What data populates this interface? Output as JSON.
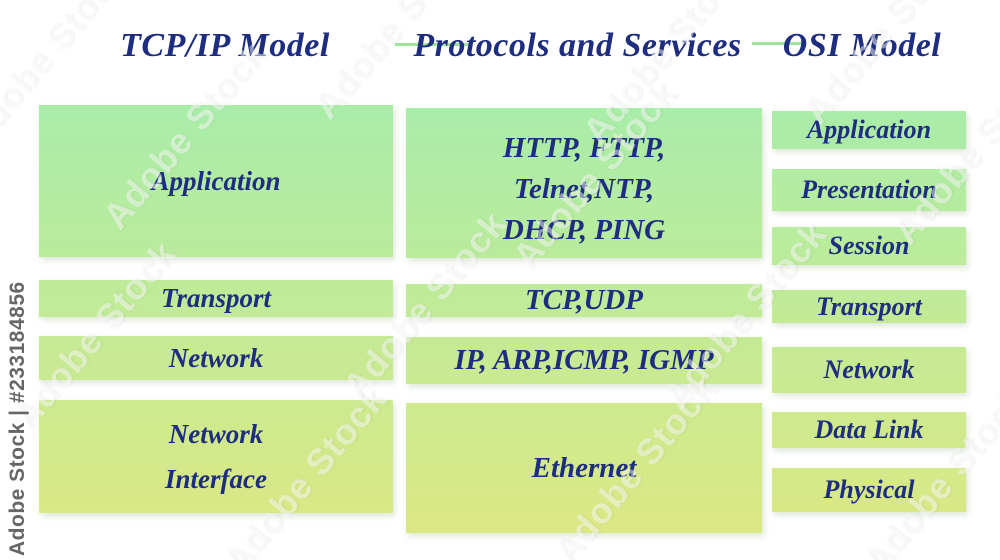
{
  "titles": {
    "tcpip": "TCP/IP Model",
    "protocols": "Protocols and Services",
    "osi": "OSI Model"
  },
  "columns": {
    "tcpip": {
      "layers": [
        {
          "lines": [
            "Application"
          ]
        },
        {
          "lines": [
            "Transport"
          ]
        },
        {
          "lines": [
            "Network"
          ]
        },
        {
          "lines": [
            "Network",
            "Interface"
          ]
        }
      ]
    },
    "protocols": {
      "items": [
        {
          "lines": [
            "HTTP, FTTP,",
            "Telnet,NTP,",
            "DHCP, PING"
          ]
        },
        {
          "lines": [
            "TCP,UDP"
          ]
        },
        {
          "lines": [
            "IP, ARP,ICMP, IGMP"
          ]
        },
        {
          "lines": [
            "Ethernet"
          ]
        }
      ]
    },
    "osi": {
      "layers": [
        {
          "lines": [
            "Application"
          ]
        },
        {
          "lines": [
            "Presentation"
          ]
        },
        {
          "lines": [
            "Session"
          ]
        },
        {
          "lines": [
            "Transport"
          ]
        },
        {
          "lines": [
            "Network"
          ]
        },
        {
          "lines": [
            "Data Link"
          ]
        },
        {
          "lines": [
            "Physical"
          ]
        }
      ]
    }
  },
  "watermark": {
    "tile_text": "Adobe Stock",
    "id_text": "Adobe Stock | #233184856",
    "id_color": "#666666"
  },
  "colors": {
    "text_navy": "#1e2d80",
    "box_gradient_top": "#a9eda9",
    "box_gradient_bottom": "#dce884",
    "connector_line": "#9fe49a",
    "background": "#ffffff"
  }
}
